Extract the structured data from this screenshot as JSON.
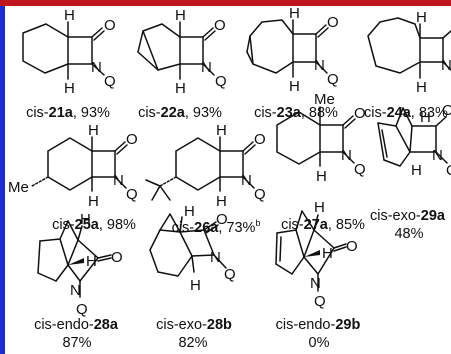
{
  "colors": {
    "top_band": "#c0141e",
    "left_bar": "#1c2bd8",
    "ink": "#111111"
  },
  "atoms": {
    "H": "H",
    "O": "O",
    "N": "N",
    "Q": "Q",
    "Me": "Me"
  },
  "compounds": [
    {
      "prefix": "cis-",
      "id": "21a",
      "yield": "93%"
    },
    {
      "prefix": "cis-",
      "id": "22a",
      "yield": "93%"
    },
    {
      "prefix": "cis-",
      "id": "23a",
      "yield": "88%"
    },
    {
      "prefix": "cis-",
      "id": "24a",
      "yield": "83%"
    },
    {
      "prefix": "cis-",
      "id": "25a",
      "yield": "98%"
    },
    {
      "prefix": "cis-",
      "id": "26a",
      "yield": "73%",
      "footnote": "b"
    },
    {
      "prefix": "cis-",
      "id": "27a",
      "yield": "85%"
    },
    {
      "prefix": "cis-exo-",
      "id": "29a",
      "yield": "48%"
    },
    {
      "prefix": "cis-endo-",
      "id": "28a",
      "yield": "87%"
    },
    {
      "prefix": "cis-exo-",
      "id": "28b",
      "yield": "82%"
    },
    {
      "prefix": "cis-endo-",
      "id": "29b",
      "yield": "0%"
    }
  ]
}
